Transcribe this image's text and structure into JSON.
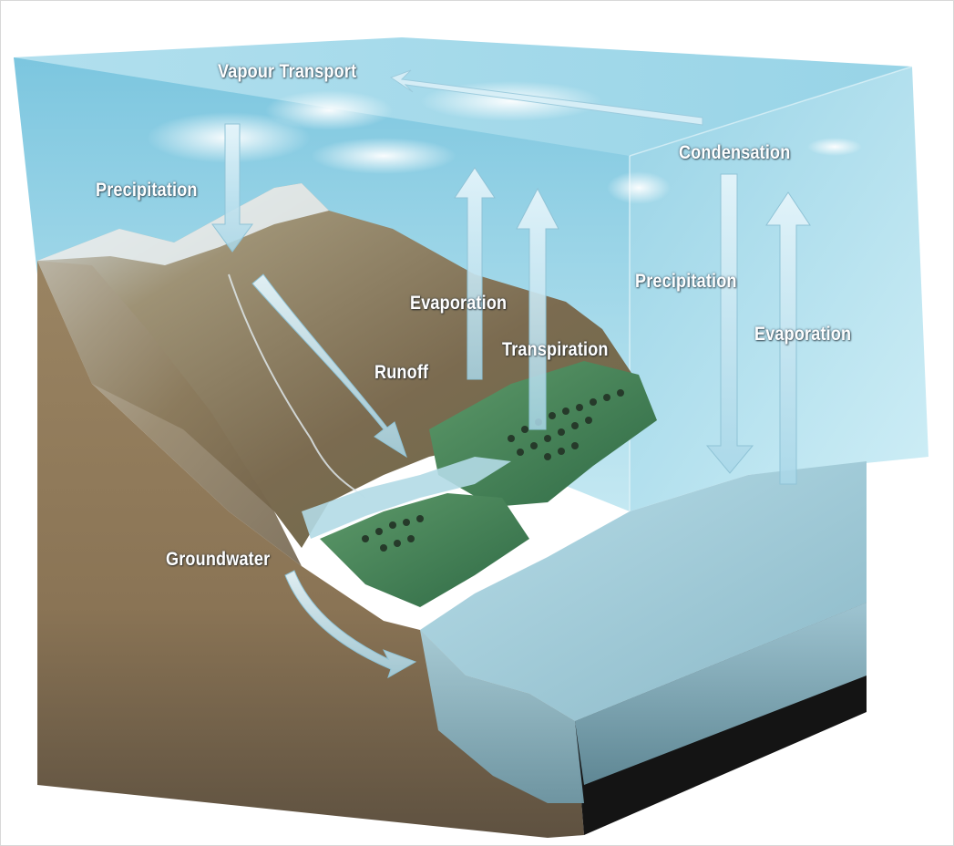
{
  "colors": {
    "sky_top": "#8fd0e6",
    "sky_bottom": "#bfe6f1",
    "mountain_rock": "#7d6a4e",
    "mountain_snow": "#dde6ea",
    "forest": "#3f7a52",
    "water": "#9fc9d6",
    "soil": "#8a7455",
    "bedrock": "#1a1a1a",
    "arrow_fill": "#cfeaf4"
  },
  "labels": {
    "vapour_transport": "Vapour Transport",
    "precipitation_left": "Precipitation",
    "condensation": "Condensation",
    "evaporation_center": "Evaporation",
    "transpiration": "Transpiration",
    "runoff": "Runoff",
    "precipitation_right": "Precipitation",
    "evaporation_right": "Evaporation",
    "groundwater": "Groundwater"
  }
}
